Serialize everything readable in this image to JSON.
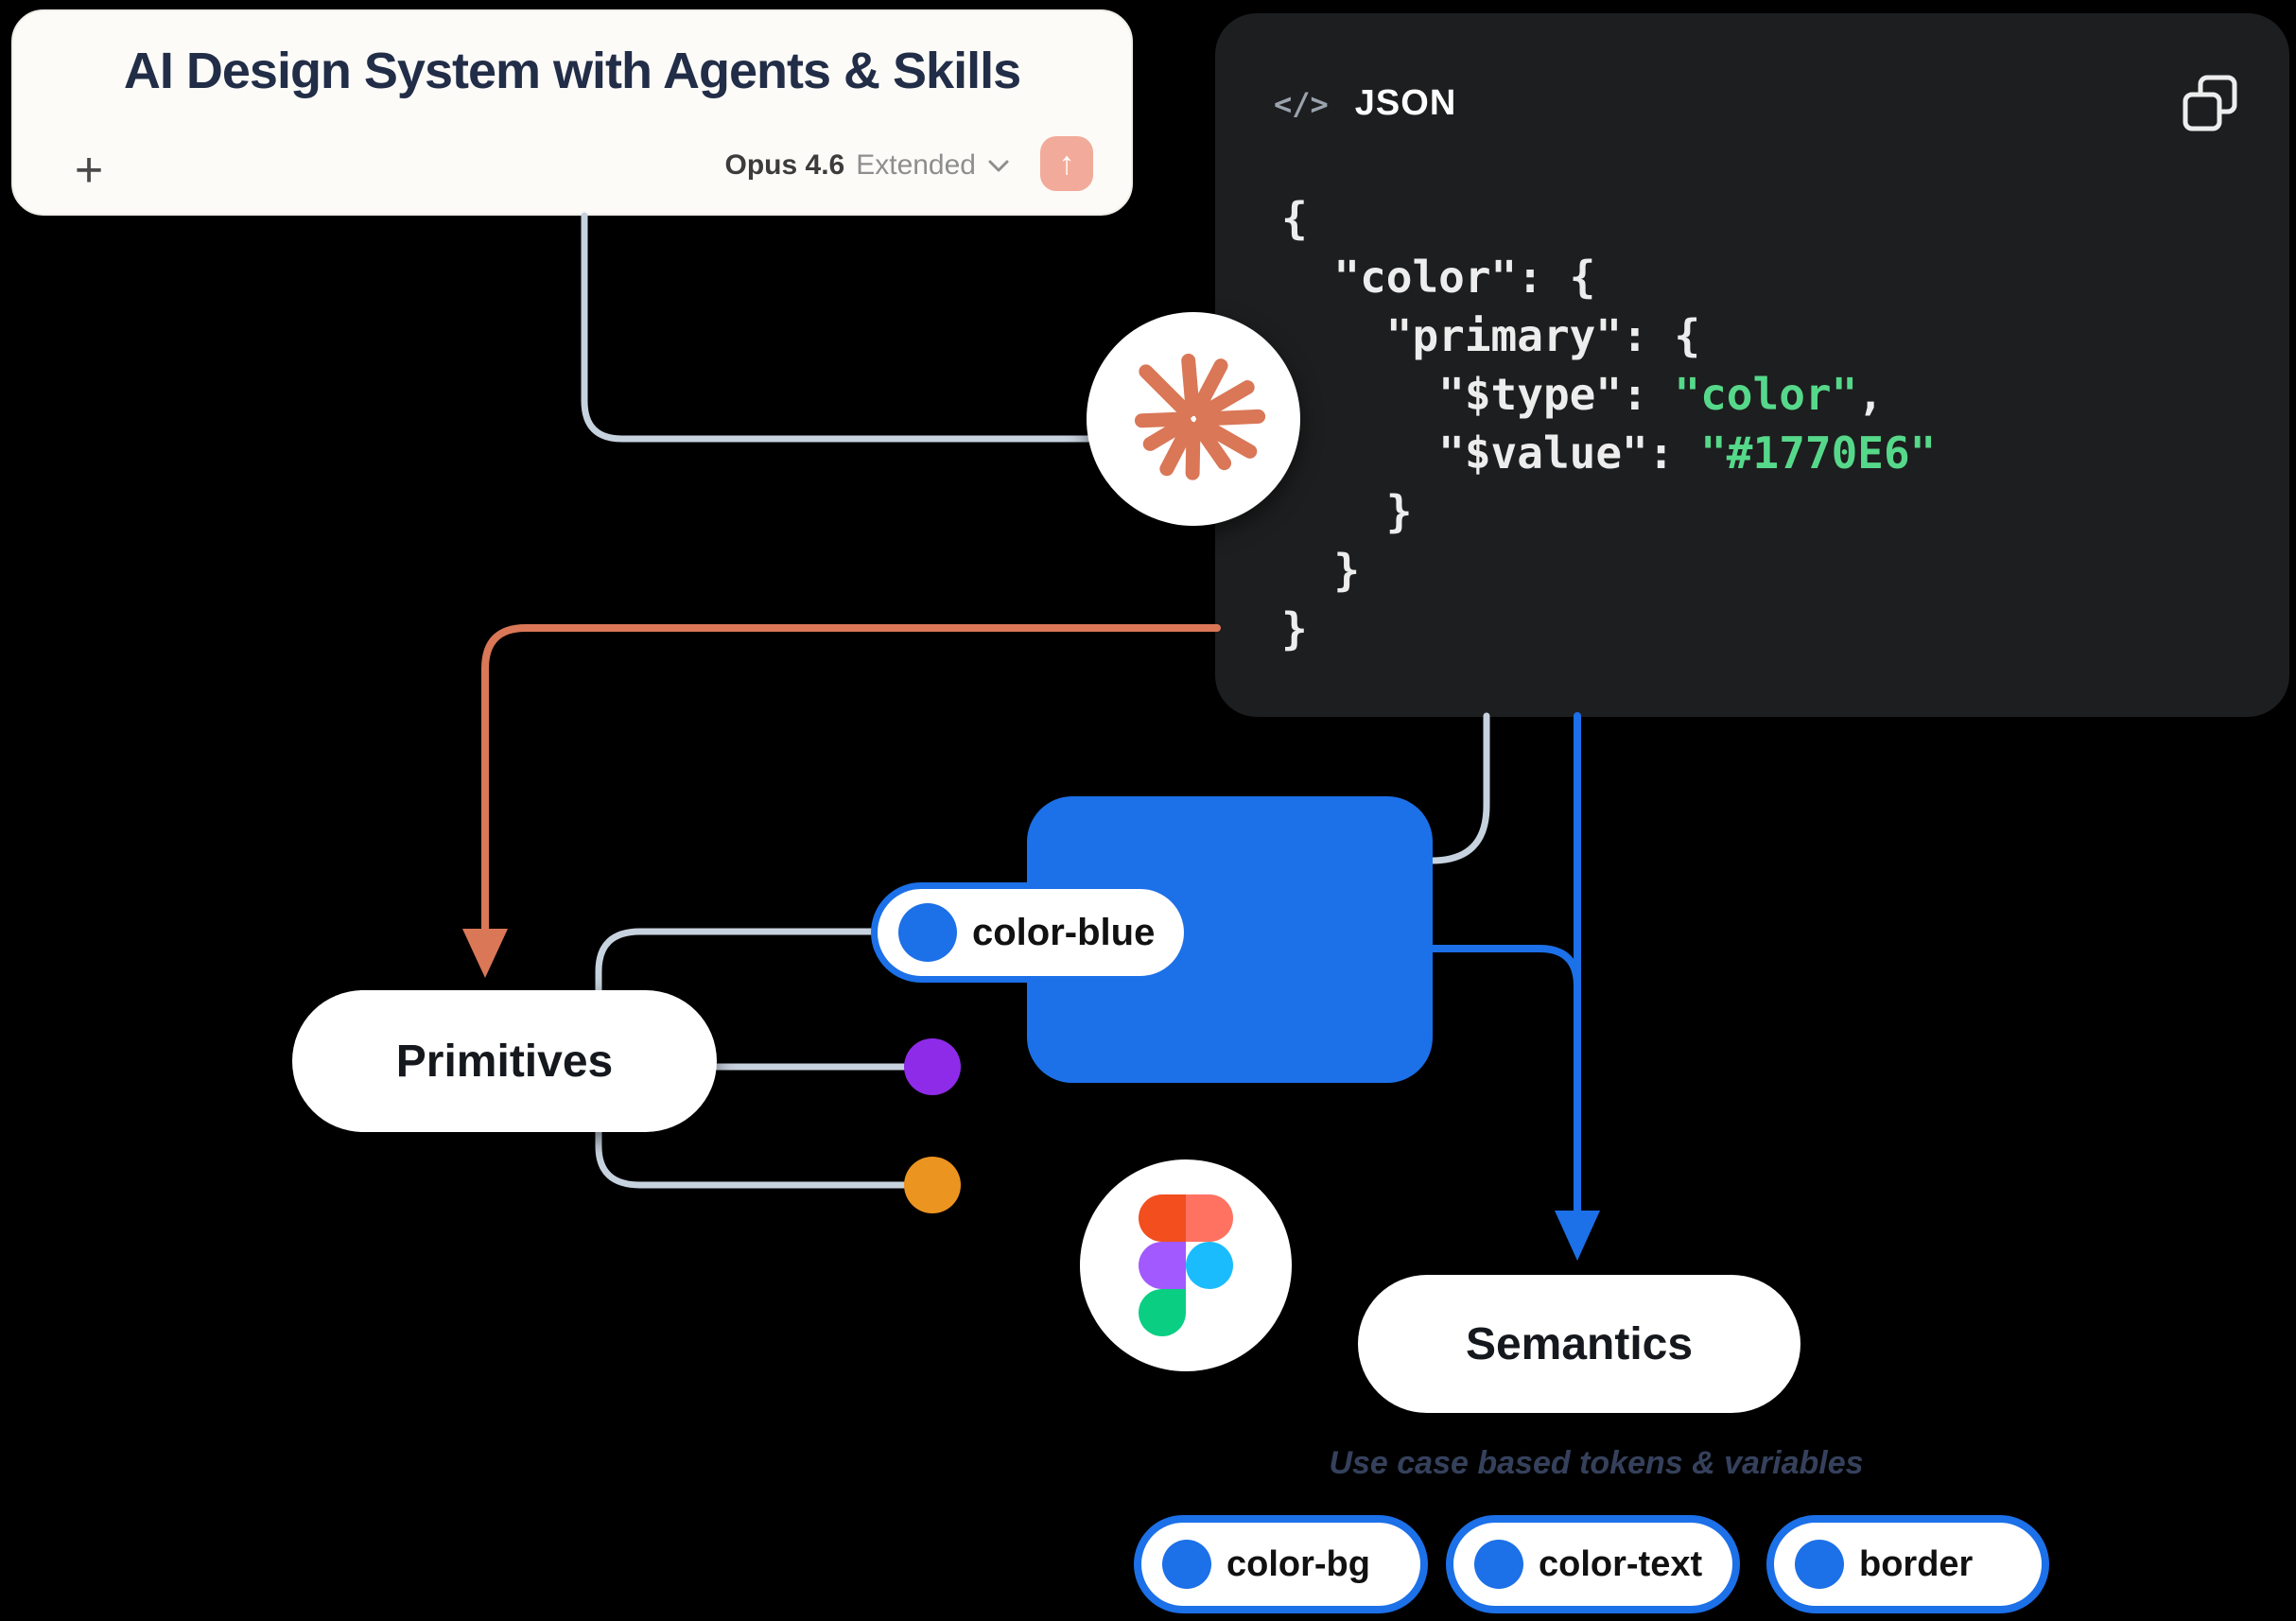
{
  "colors": {
    "background": "#000000",
    "accent_blue": "#1C70E8",
    "token_blue_value": "#1770E6",
    "claude_orange": "#D97757",
    "send_button_salmon": "#F2AB9A",
    "connector_gray": "#C7D2DF",
    "code_green": "#56D88A",
    "panel_bg": "#1D1E1F",
    "card_bg": "#FCFBF8",
    "title_navy": "#222D47",
    "purple_dot": "#8E2BE8",
    "orange_dot": "#EC9420",
    "figma_red": "#F24E1E",
    "figma_coral": "#FF7262",
    "figma_purple": "#A259FF",
    "figma_blue": "#1ABCFE",
    "figma_green": "#0ACF83"
  },
  "prompt_card": {
    "title": "AI Design System with Agents & Skills",
    "plus_label": "+",
    "model_name": "Opus 4.6",
    "mode_name": "Extended",
    "send_icon": "↑"
  },
  "code_panel": {
    "icon": "</>",
    "language_label": "JSON",
    "lines": [
      [
        {
          "t": "{",
          "c": "p"
        }
      ],
      [
        {
          "t": "  \"color\": {",
          "c": "p"
        }
      ],
      [
        {
          "t": "    \"primary\": {",
          "c": "p"
        }
      ],
      [
        {
          "t": "      \"$type\": ",
          "c": "p"
        },
        {
          "t": "\"color\"",
          "c": "g"
        },
        {
          "t": ",",
          "c": "p"
        }
      ],
      [
        {
          "t": "      \"$value\": ",
          "c": "p"
        },
        {
          "t": "\"#1770E6\"",
          "c": "g"
        }
      ],
      [
        {
          "t": "    }",
          "c": "p"
        }
      ],
      [
        {
          "t": "  }",
          "c": "p"
        }
      ],
      [
        {
          "t": "}",
          "c": "p"
        }
      ]
    ]
  },
  "diagram": {
    "primitives_label": "Primitives",
    "semantics_label": "Semantics",
    "color_chip_label": "color-blue",
    "caption": "Use case based tokens & variables",
    "chips": [
      "color-bg",
      "color-text",
      "border"
    ]
  }
}
